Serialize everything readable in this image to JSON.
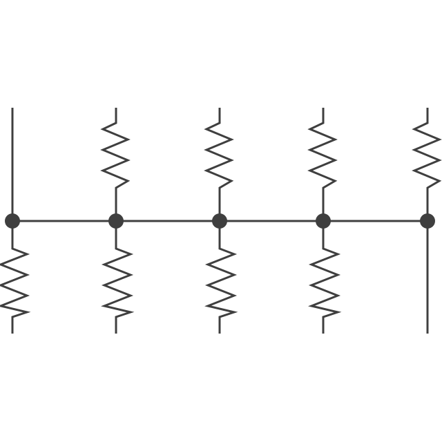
{
  "diagram": {
    "type": "resistor-ladder-network",
    "colors": {
      "background": "#ffffff",
      "line": "#3f3f3f",
      "node": "#3f3f3f"
    },
    "nodes": [
      {
        "id": "n1",
        "top": "wire",
        "bottom": "resistor"
      },
      {
        "id": "n2",
        "top": "resistor",
        "bottom": "resistor"
      },
      {
        "id": "n3",
        "top": "resistor",
        "bottom": "resistor"
      },
      {
        "id": "n4",
        "top": "resistor",
        "bottom": "resistor"
      },
      {
        "id": "n5",
        "top": "resistor",
        "bottom": "wire"
      }
    ],
    "symbols": {
      "node": "filled-circle",
      "resistor": "zigzag-resistor",
      "wire": "straight-line"
    }
  }
}
